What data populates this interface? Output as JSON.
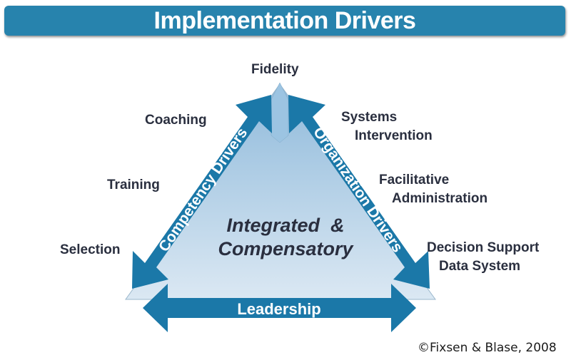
{
  "title": "Implementation Drivers",
  "diagram": {
    "apex_label": "Fidelity",
    "center": {
      "line1": "Integrated  &",
      "line2": "Compensatory"
    },
    "left_arrow_label": "Competency Drivers",
    "right_arrow_label": "Organization Drivers",
    "bottom_arrow_label": "Leadership",
    "competency_items": [
      "Coaching",
      "Training",
      "Selection"
    ],
    "organization_items": [
      {
        "line1": "Systems",
        "line2": "Intervention"
      },
      {
        "line1": "Facilitative",
        "line2": "Administration"
      },
      {
        "line1": "Decision Support",
        "line2": "Data System"
      }
    ]
  },
  "colors": {
    "title_bar": "#2783ad",
    "arrow_blue": "#1b78a8",
    "triangle_light": "#c6dcec",
    "triangle_mid": "#8db8d9",
    "text_dark": "#2a2f3f"
  },
  "copyright": "©Fixsen & Blase, 2008"
}
